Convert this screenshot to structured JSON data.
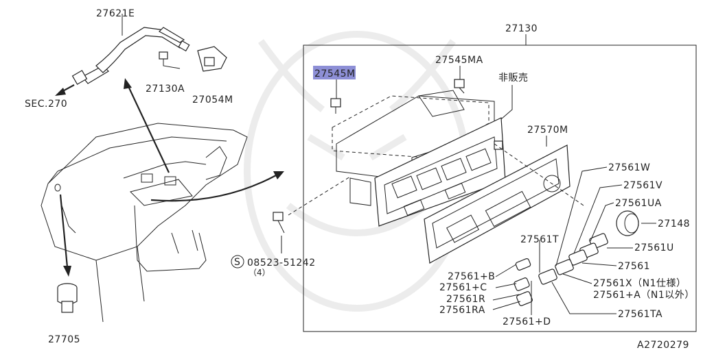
{
  "labels": {
    "p27621E": "27621E",
    "sec270": "SEC.270",
    "p27130A": "27130A",
    "p27054M": "27054M",
    "p27130": "27130",
    "p27545M": "27545M",
    "p27545MA": "27545MA",
    "hihanbai": "非販売",
    "p27570M": "27570M",
    "p27561W": "27561W",
    "p27561V": "27561V",
    "p27561UA": "27561UA",
    "p27148": "27148",
    "p27561U": "27561U",
    "p27561T": "27561T",
    "p27561": "27561",
    "p27561X": "27561X（N1仕様）",
    "p27561A": "27561+A（N1以外）",
    "p27561B": "27561+B",
    "p27561C": "27561+C",
    "p27561R": "27561R",
    "p27561RA": "27561RA",
    "p27561D": "27561+D",
    "p27561TA": "27561TA",
    "screw_s": "S",
    "p08523": "08523-51242",
    "qty4": "（4）",
    "p27705": "27705",
    "diagram_id": "A2720279"
  },
  "colors": {
    "highlight": "#8d8fd6",
    "line": "#222222",
    "watermark": "#ececec"
  },
  "highlighted_part": "27545M"
}
